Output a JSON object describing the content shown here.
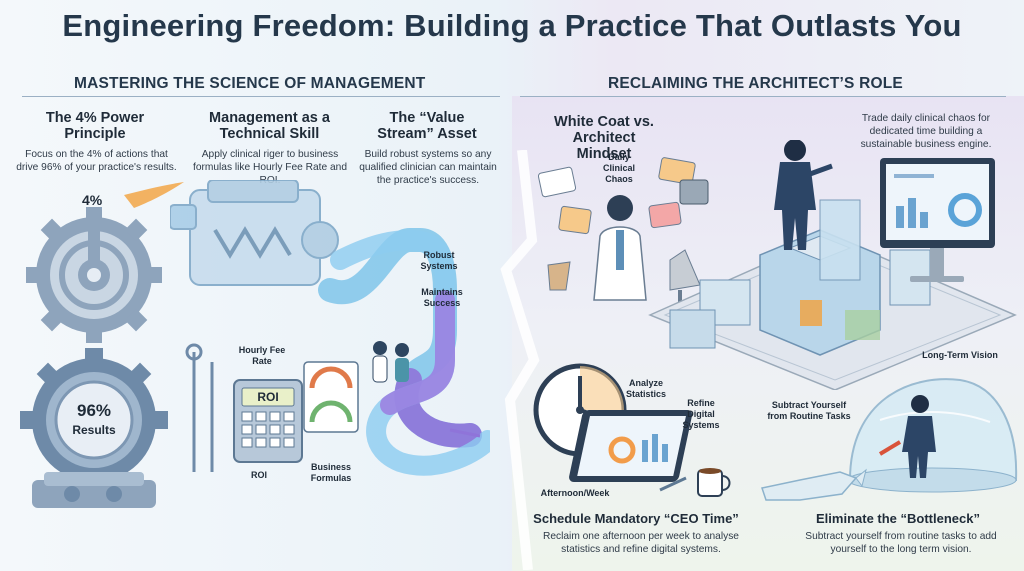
{
  "title": "Engineering Freedom: Building a Practice That Outlasts You",
  "left_section": {
    "title": "MASTERING THE SCIENCE OF MANAGEMENT",
    "power": {
      "heading": "The 4% Power Principle",
      "body": "Focus on the 4% of actions that drive 96% of your practice's results.",
      "top_label": "4%",
      "bottom_pct": "96%",
      "bottom_word": "Results"
    },
    "skill": {
      "heading": "Management as a Technical Skill",
      "body": "Apply clinical riger to business formulas like Hourly Fee Rate and ROI.",
      "hourly_label": "Hourly Fee Rate",
      "calc_screen": "ROI",
      "roi_label": "ROI",
      "formulas_label": "Business Formulas"
    },
    "value_stream": {
      "heading": "The “Value Stream” Asset",
      "body": "Build robust systems so any qualified clinician can maintain the practice's success.",
      "robust_label": "Robust Systems",
      "maintains_label": "Maintains Success"
    }
  },
  "right_section": {
    "title": "RECLAIMING THE ARCHITECT’S ROLE",
    "mindset": {
      "heading": "White Coat vs. Architect Mindset",
      "chaos_label": "Daily Clinical Chaos",
      "body": "Trade daily clinical chaos for dedicated time building a sustainable business engine."
    },
    "ceo": {
      "heading": "Schedule Mandatory “CEO Time”",
      "body": "Reclaim one afternoon per week to analyse statistics and refine digital systems.",
      "analyze_label": "Analyze Statistics",
      "refine_label": "Refine Digital Systems",
      "afternoon_label": "Afternoon/Week"
    },
    "bottleneck": {
      "heading": "Eliminate the “Bottleneck”",
      "body": "Subtract yourself from routine tasks to add yourself to the long term vision.",
      "longterm_label": "Long-Term Vision",
      "subtract_label": "Subtract Yourself from Routine Tasks"
    }
  },
  "colors": {
    "title": "#25384b",
    "pipe": "#7fc4ea",
    "pipe_purple": "#8f74d9",
    "gear": "#8ea4bc",
    "panel_right": "#e8e3f3"
  }
}
